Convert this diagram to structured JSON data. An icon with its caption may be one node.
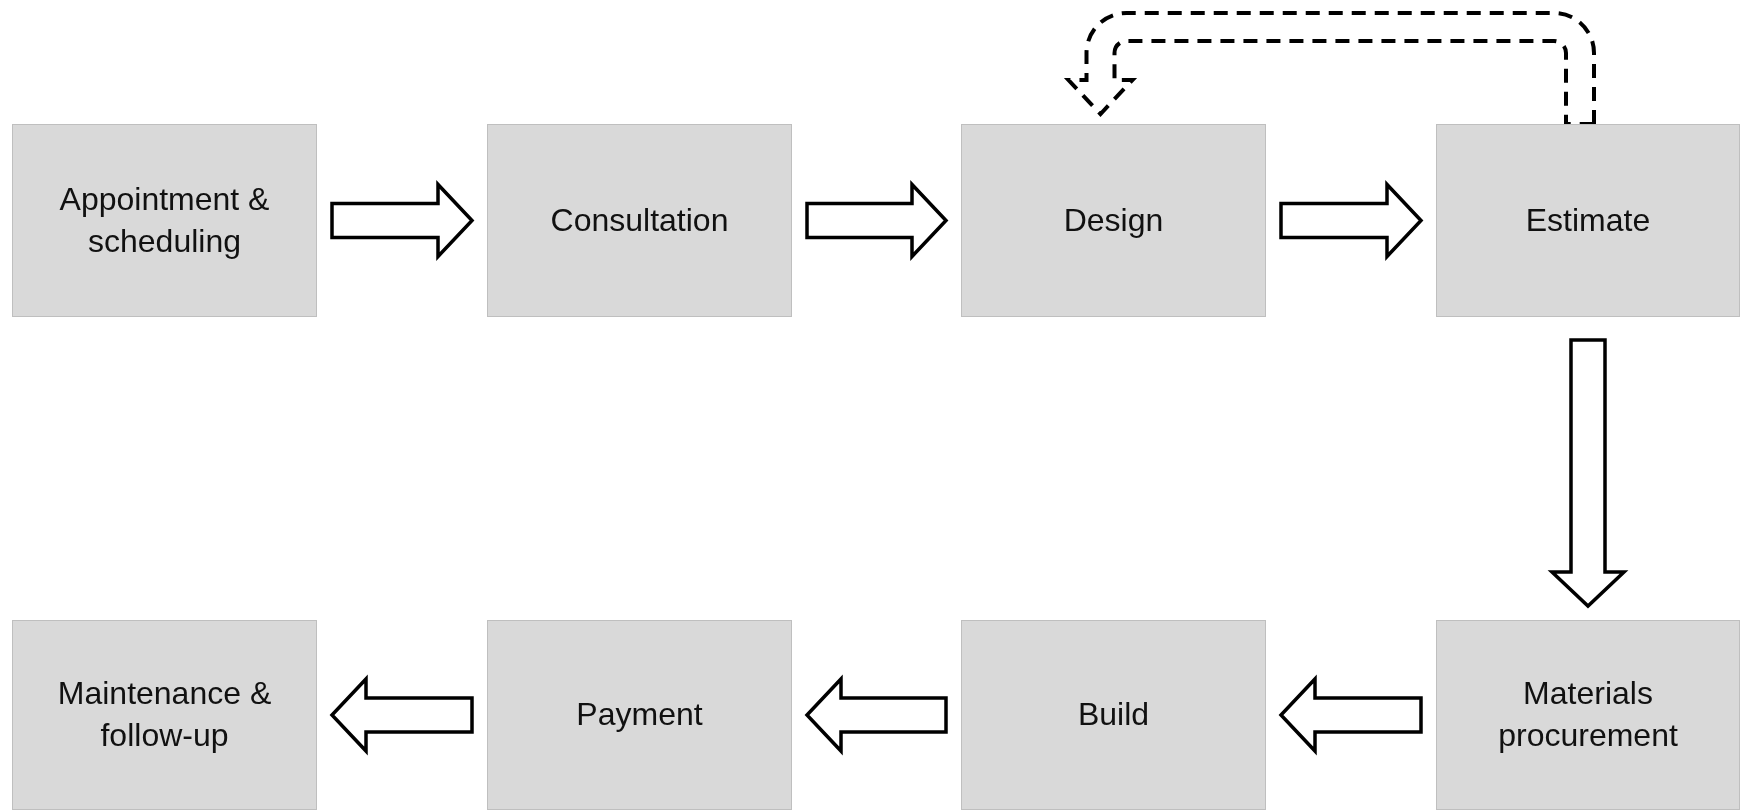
{
  "diagram": {
    "nodes": [
      {
        "text": [
          "Appointment & scheduling"
        ]
      },
      {
        "text": [
          "Consultation"
        ]
      },
      {
        "text": [
          "Design"
        ]
      },
      {
        "text": [
          "Estimate"
        ]
      },
      {
        "text": [
          "Maintenance & follow-up"
        ]
      },
      {
        "text": [
          "Payment"
        ]
      },
      {
        "text": [
          "Build"
        ]
      },
      {
        "text": [
          "Materials procurement"
        ]
      }
    ],
    "edges": [
      {
        "from": 0,
        "to": 1,
        "arrow": "to"
      },
      {
        "from": 1,
        "to": 2,
        "arrow": "to"
      },
      {
        "from": 2,
        "to": 3,
        "arrow": "to"
      },
      {
        "from": 3,
        "to": 7,
        "arrow": "to"
      },
      {
        "from": 7,
        "to": 6,
        "arrow": "to"
      },
      {
        "from": 6,
        "to": 5,
        "arrow": "to"
      },
      {
        "from": 5,
        "to": 4,
        "arrow": "to"
      },
      {
        "from": 3,
        "to": 2,
        "arrow": "to",
        "style": "dashed"
      }
    ]
  }
}
